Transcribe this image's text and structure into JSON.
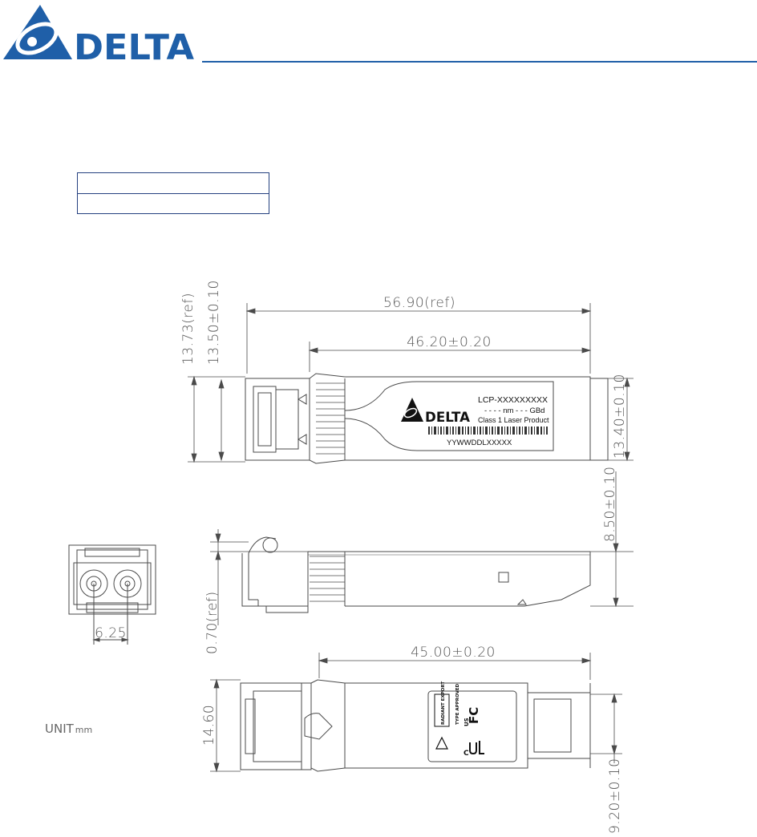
{
  "header": {
    "brand": "DELTA",
    "rule_color": "#1f5fa8",
    "brand_color": "#1f5fa8"
  },
  "caption_table": {
    "rows": [
      "",
      ""
    ]
  },
  "drawing": {
    "top_view": {
      "dims": {
        "total_height_ref": "13.73(ref)",
        "height_tol": "13.50±0.10",
        "total_length_ref": "56.90(ref)",
        "body_length": "46.20±0.20",
        "right_height": "13.40±0.10"
      },
      "label": {
        "brand": "DELTA",
        "part_number": "LCP-XXXXXXXXX",
        "wavelength_line": "- - - - nm - - -  GBd",
        "laser_class": "Class 1 Laser Product",
        "serial": "YYWWDDLXXXXX"
      }
    },
    "side_view": {
      "dims": {
        "height": "8.50±0.10",
        "latch": "0.70(ref)"
      }
    },
    "front_view": {
      "dims": {
        "pitch": "6.25"
      }
    },
    "bottom_view": {
      "dims": {
        "length": "45.00±0.20",
        "width": "14.60",
        "cage_width": "9.20±0.10"
      },
      "cert_label": {
        "radiant": "RADIANT EXPORT",
        "type_approved": "TYPE APPROVED",
        "fc": "FC",
        "ul_c": "C",
        "ul_us": "US"
      }
    },
    "unit": {
      "label": "UNIT",
      "value": "mm"
    }
  }
}
